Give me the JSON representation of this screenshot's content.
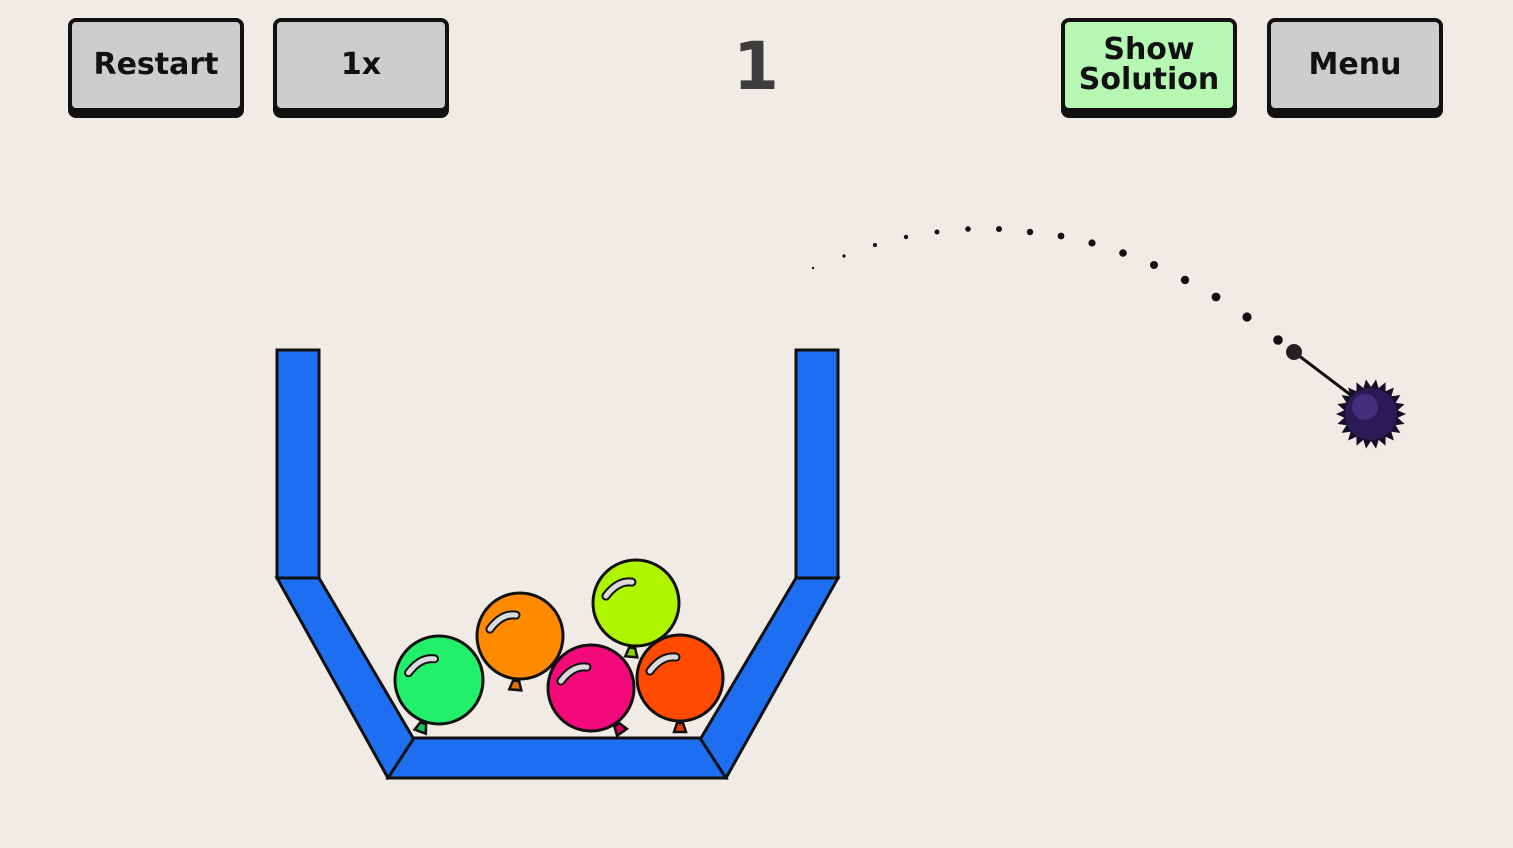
{
  "toolbar": {
    "restart_label": "Restart",
    "speed_label": "1x",
    "solution_line1": "Show",
    "solution_line2": "Solution",
    "menu_label": "Menu"
  },
  "level": {
    "number": "1"
  },
  "colors": {
    "background": "#f0ece5",
    "container": "#1d6ef0",
    "button": "#cdcdcd",
    "solution_button": "#b6f7b4",
    "spike_ball": "#2b1a55"
  },
  "balloons": [
    {
      "color": "#22f06a",
      "knot": "#18c457"
    },
    {
      "color": "#ff8a00",
      "knot": "#e27300"
    },
    {
      "color": "#f20a7a",
      "knot": "#d1005f"
    },
    {
      "color": "#b0f500",
      "knot": "#8fd000"
    },
    {
      "color": "#ff4a00",
      "knot": "#e03a00"
    }
  ],
  "icons": {
    "projectile": "spike-ball-icon",
    "aim_path": "trajectory-dots"
  }
}
